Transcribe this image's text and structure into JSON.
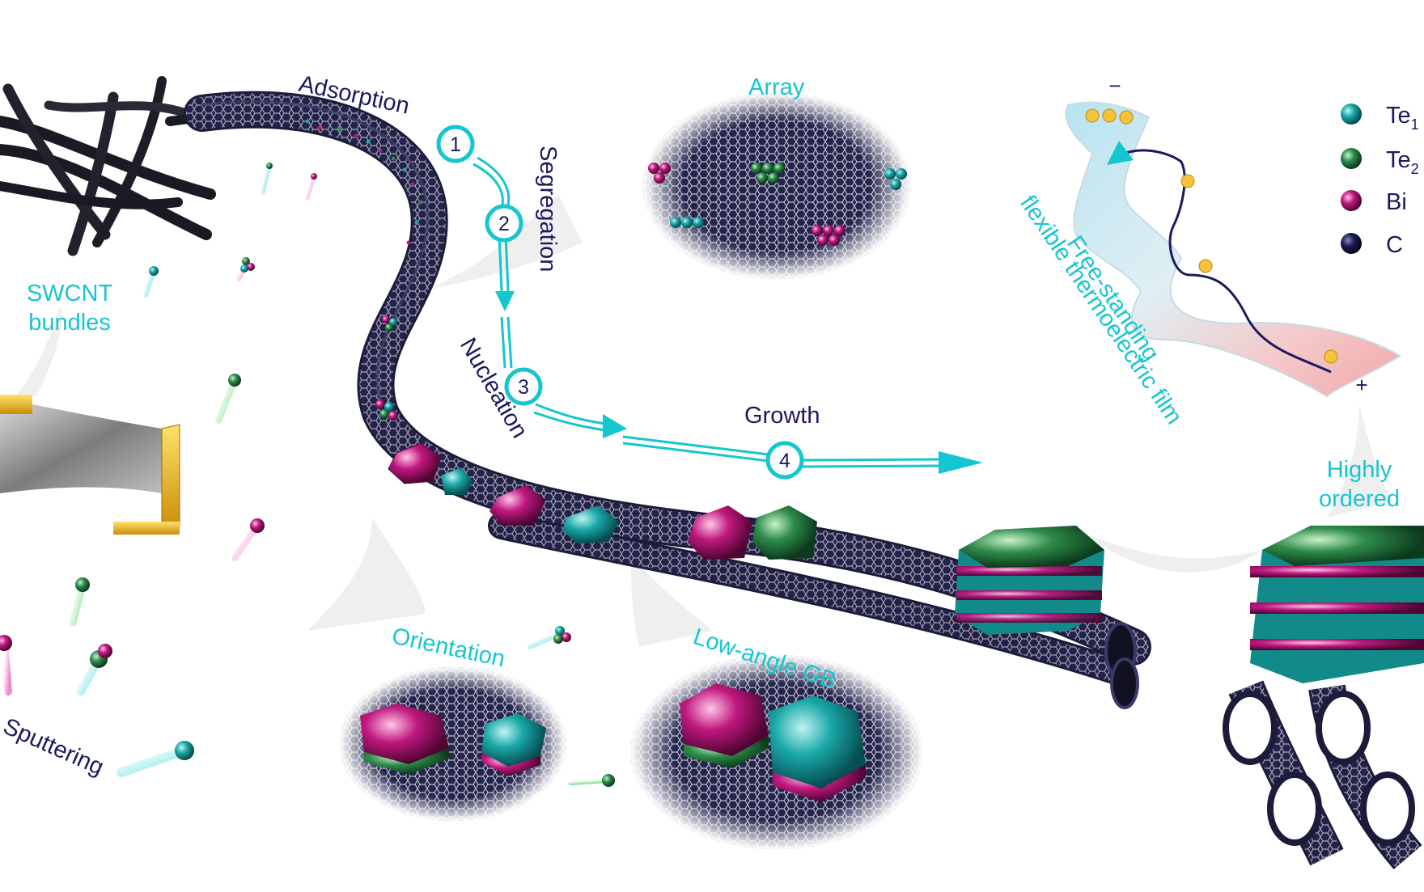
{
  "labels": {
    "adsorption": "Adsorption",
    "segregation": "Segregation",
    "nucleation": "Nucleation",
    "growth": "Growth",
    "array": "Array",
    "swcnt": "SWCNT",
    "bundles": "bundles",
    "orientation": "Orientation",
    "low_angle_gb": "Low-angle GB",
    "highly": "Highly",
    "ordered": "ordered",
    "sputtering": "Sputtering",
    "film_line1": "Free-standing",
    "film_line2": "flexible thermoelectric film",
    "minus": "−",
    "plus": "+"
  },
  "steps": [
    "1",
    "2",
    "3",
    "4"
  ],
  "legend": [
    {
      "symbol": "Te",
      "sub": "1",
      "color": "#1aa8a8"
    },
    {
      "symbol": "Te",
      "sub": "2",
      "color": "#2e8b4a"
    },
    {
      "symbol": "Bi",
      "sub": "",
      "color": "#c0187f"
    },
    {
      "symbol": "C",
      "sub": "",
      "color": "#1c1c50"
    }
  ],
  "colors": {
    "accent_cyan": "#16c6cf",
    "navy": "#1a1a5e",
    "te1": "#1aa8a8",
    "te2": "#2e8b4a",
    "bi": "#c0187f",
    "carbon": "#1c1c50"
  }
}
